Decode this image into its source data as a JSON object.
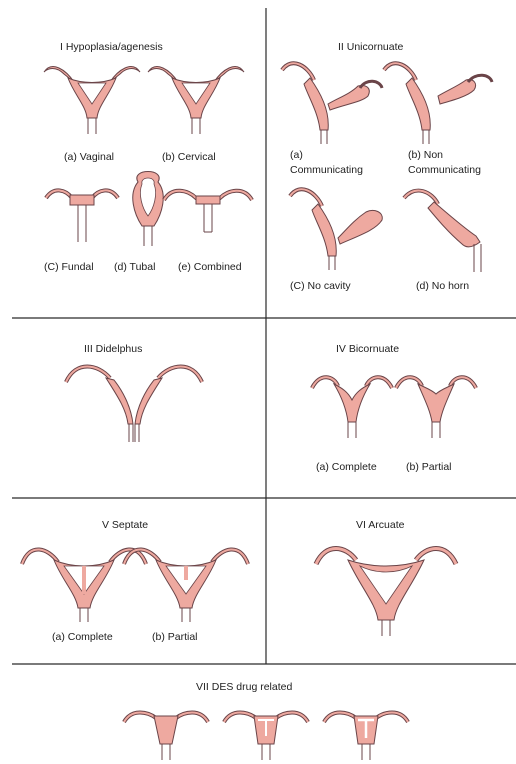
{
  "colors": {
    "tissue": "#eea9a0",
    "outline": "#6a4448",
    "cavity": "#ffffff",
    "divider": "#2a2a2a"
  },
  "panels": {
    "hypoplasia": {
      "title": "I   Hypoplasia/agenesis",
      "labels": {
        "vaginal": "(a) Vaginal",
        "cervical": "(b) Cervical",
        "fundal": "(C) Fundal",
        "tubal": "(d) Tubal",
        "combined": "(e) Combined"
      }
    },
    "unicornuate": {
      "title": "II   Unicornuate",
      "labels": {
        "communicating_a": "(a)",
        "communicating_b": "Communicating",
        "noncomm_a": "(b)       Non",
        "noncomm_b": "Communicating",
        "no_cavity": "(C) No cavity",
        "no_horn": "(d) No horn"
      }
    },
    "didelphus": {
      "title": "III   Didelphus"
    },
    "bicornuate": {
      "title": "IV   Bicornuate",
      "labels": {
        "complete": "(a) Complete",
        "partial": "(b) Partial"
      }
    },
    "septate": {
      "title": "V   Septate",
      "labels": {
        "complete": "(a) Complete",
        "partial": "(b) Partial"
      }
    },
    "arcuate": {
      "title": "VI Arcuate"
    },
    "des": {
      "title": "VII   DES drug related"
    }
  }
}
